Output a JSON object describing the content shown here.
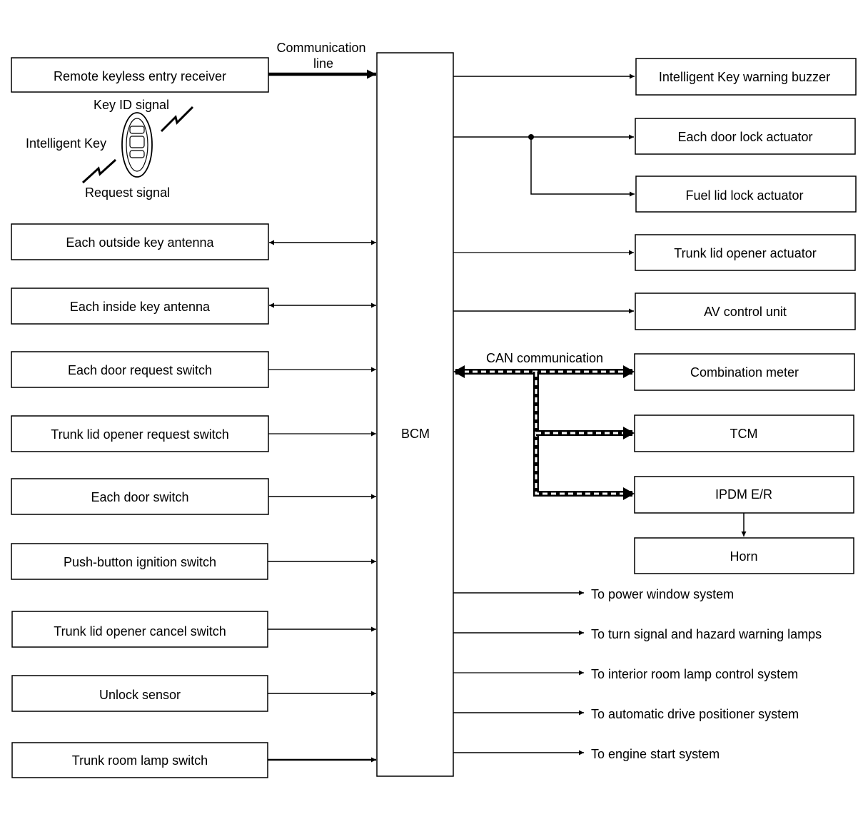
{
  "bcm": {
    "label": "BCM"
  },
  "communication_line_label": [
    "Communication",
    "line"
  ],
  "can_label": "CAN communication",
  "intelligent_key": {
    "label": "Intelligent Key",
    "key_id_signal": "Key ID signal",
    "request_signal": "Request signal"
  },
  "inputs": [
    {
      "label": "Remote keyless entry receiver"
    },
    {
      "label": "Each outside key antenna"
    },
    {
      "label": "Each inside key antenna"
    },
    {
      "label": "Each door request switch"
    },
    {
      "label": "Trunk lid opener request switch"
    },
    {
      "label": "Each door switch"
    },
    {
      "label": "Push-button ignition switch"
    },
    {
      "label": "Trunk lid opener cancel switch"
    },
    {
      "label": "Unlock sensor"
    },
    {
      "label": "Trunk room lamp switch"
    }
  ],
  "outputs": [
    {
      "label": "Intelligent Key warning buzzer"
    },
    {
      "label": "Each door lock actuator"
    },
    {
      "label": "Fuel lid lock actuator"
    },
    {
      "label": "Trunk lid opener actuator"
    },
    {
      "label": "AV control unit"
    },
    {
      "label": "Combination meter"
    },
    {
      "label": "TCM"
    },
    {
      "label": "IPDM E/R"
    },
    {
      "label": "Horn"
    }
  ],
  "external_systems": [
    {
      "label": "To power window system"
    },
    {
      "label": "To turn signal and hazard warning lamps"
    },
    {
      "label": "To interior room lamp control system"
    },
    {
      "label": "To automatic drive positioner system"
    },
    {
      "label": "To engine start system"
    }
  ]
}
